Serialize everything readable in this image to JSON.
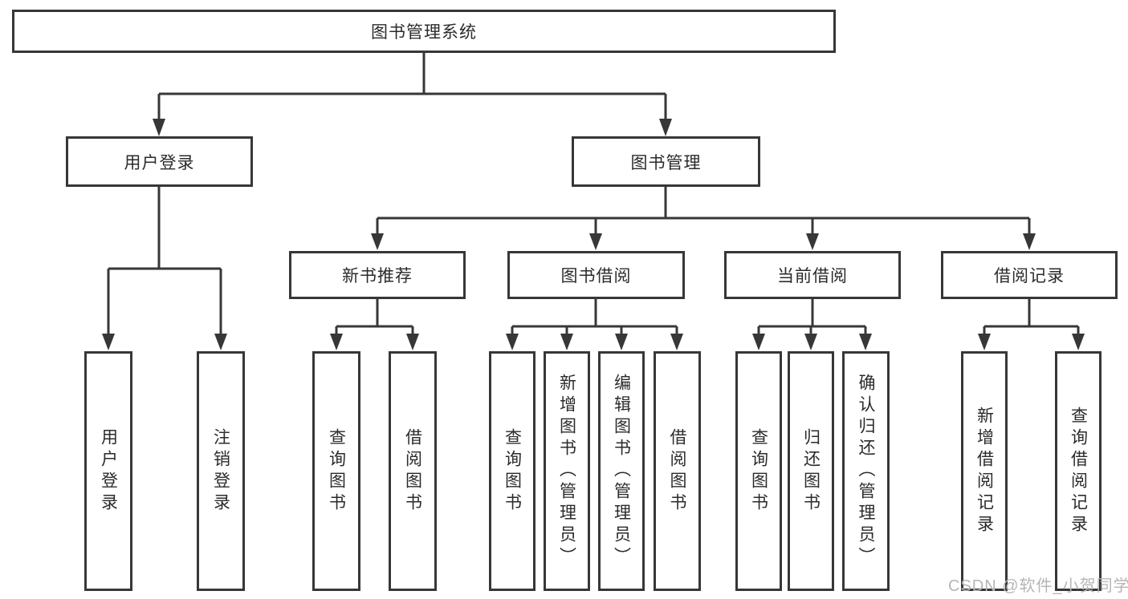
{
  "tree": {
    "root": {
      "label": "图书管理系统",
      "children": [
        {
          "label": "用户登录",
          "children": [
            {
              "label": "用户登录"
            },
            {
              "label": "注销登录"
            }
          ]
        },
        {
          "label": "图书管理",
          "children": [
            {
              "label": "新书推荐",
              "children": [
                {
                  "label": "查询图书"
                },
                {
                  "label": "借阅图书"
                }
              ]
            },
            {
              "label": "图书借阅",
              "children": [
                {
                  "label": "查询图书"
                },
                {
                  "label": "新增图书（管理员）"
                },
                {
                  "label": "编辑图书（管理员）"
                },
                {
                  "label": "借阅图书"
                }
              ]
            },
            {
              "label": "当前借阅",
              "children": [
                {
                  "label": "查询图书"
                },
                {
                  "label": "归还图书"
                },
                {
                  "label": "确认归还（管理员）"
                }
              ]
            },
            {
              "label": "借阅记录",
              "children": [
                {
                  "label": "新增借阅记录"
                },
                {
                  "label": "查询借阅记录"
                }
              ]
            }
          ]
        }
      ]
    }
  },
  "watermark": {
    "text": "CSDN @软件_小贺同学"
  },
  "colors": {
    "line": "#373737",
    "text": "#2b2b2b",
    "watermark": "#b6b6b6",
    "background": "#ffffff"
  }
}
